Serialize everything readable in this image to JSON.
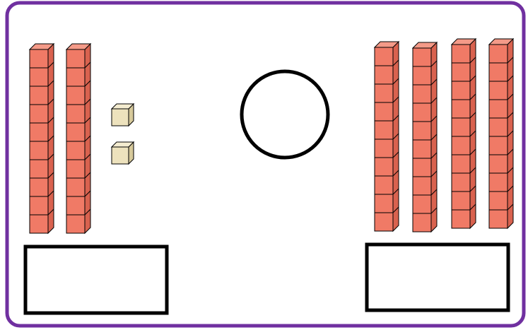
{
  "colors": {
    "frame_border": "#7030a0",
    "background": "#ffffff",
    "ten_rod_fill": "#f07a66",
    "ten_rod_side": "#d9624f",
    "ten_rod_top": "#f49a88",
    "unit_cube_fill": "#ede2bd",
    "unit_cube_side": "#d6c99b",
    "unit_cube_top": "#f4ecd0",
    "outline": "#000000"
  },
  "left_group": {
    "tens": 2,
    "ones": 2,
    "answer_box_text": ""
  },
  "right_group": {
    "tens": 4,
    "ones": 0,
    "answer_box_text": ""
  },
  "comparison_symbol": "",
  "icons": {
    "ten_rod": "ten-rod-block-icon",
    "unit_cube": "unit-cube-block-icon",
    "comparison_circle": "comparison-circle-icon"
  }
}
